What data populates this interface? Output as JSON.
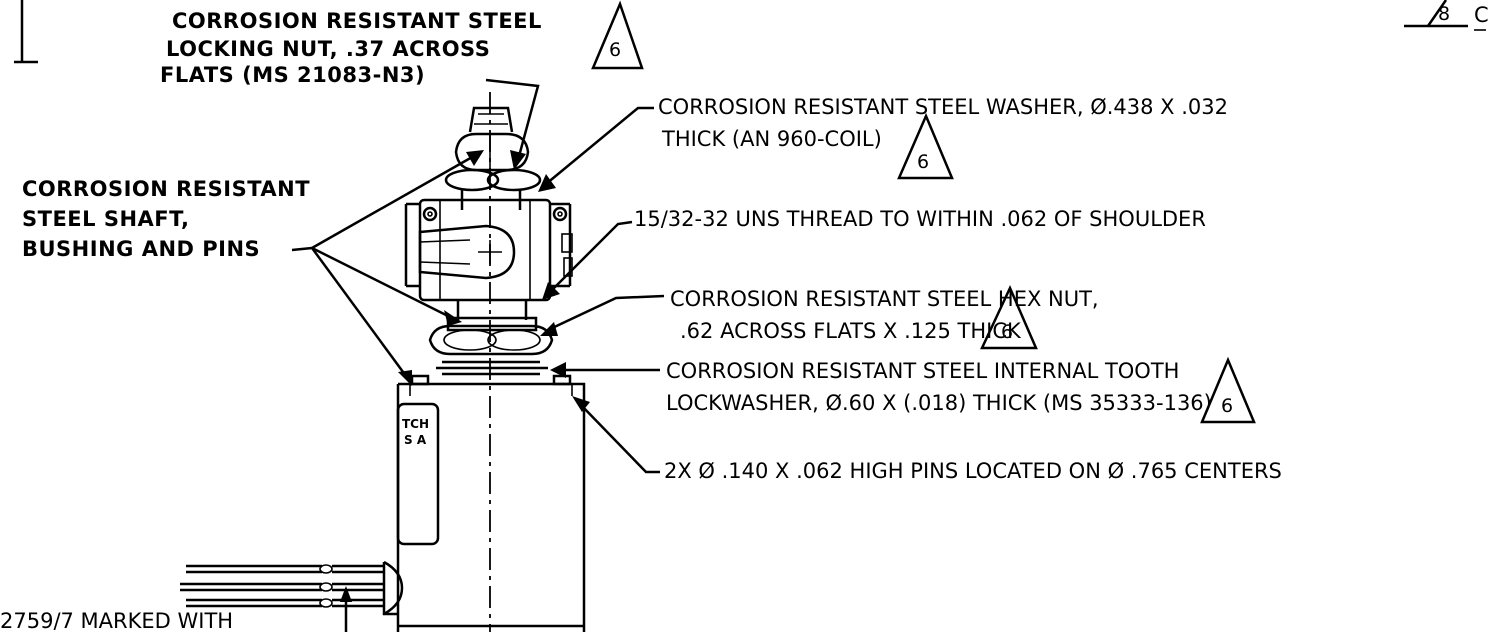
{
  "labels": {
    "locking_nut": [
      "CORROSION RESISTANT STEEL",
      "LOCKING NUT, .37 ACROSS",
      "FLATS (MS 21083-N3)"
    ],
    "shaft": [
      "CORROSION RESISTANT",
      "STEEL SHAFT,",
      "BUSHING AND PINS"
    ],
    "washer": [
      "CORROSION RESISTANT STEEL WASHER, Ø.438 X .032",
      "THICK (AN 960-COIL)"
    ],
    "thread": "15/32-32 UNS THREAD TO WITHIN .062 OF SHOULDER",
    "hex_nut": [
      "CORROSION RESISTANT STEEL HEX NUT,",
      ".62 ACROSS FLATS X .125 THICK"
    ],
    "lockwasher": [
      "CORROSION RESISTANT STEEL INTERNAL TOOTH",
      "LOCKWASHER, Ø.60 X (.018) THICK (MS 35333-136)"
    ],
    "pins": "2X Ø .140 X .062 HIGH PINS LOCATED ON Ø .765 CENTERS",
    "wire": "2759/7 MARKED WITH",
    "top_right": "CIRCU",
    "top_right_flag": "8",
    "body_mark_1": "TCH",
    "body_mark_2": "S A"
  },
  "flag": "6"
}
